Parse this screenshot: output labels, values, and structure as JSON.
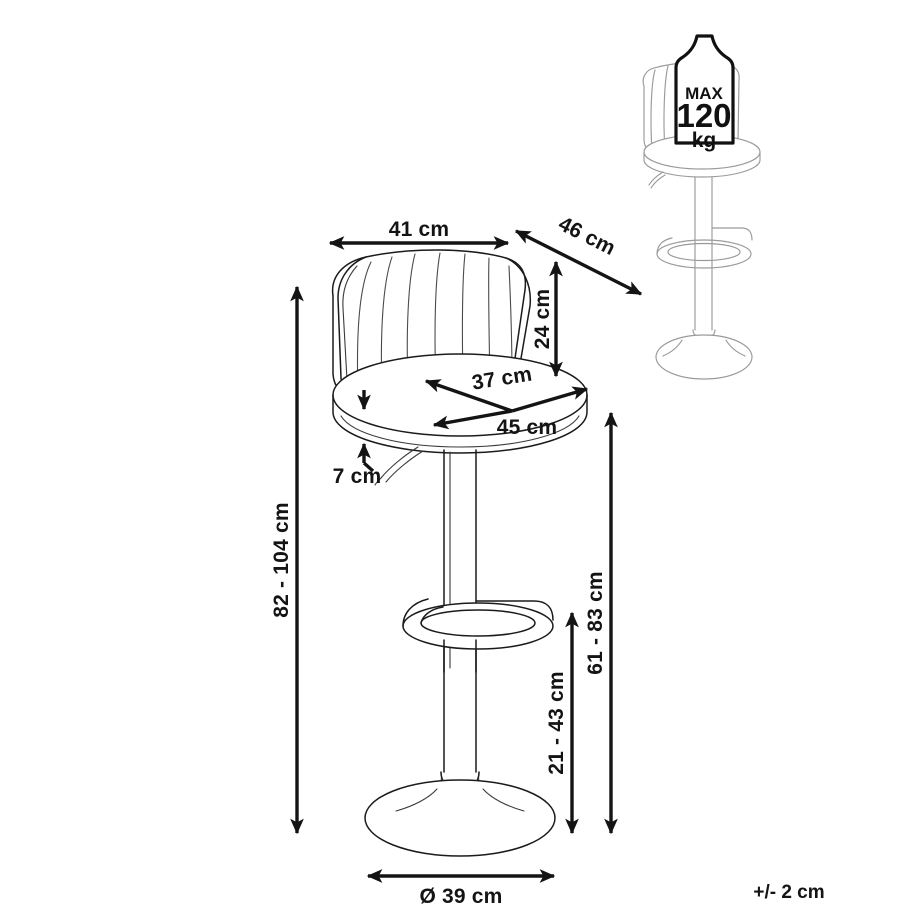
{
  "document": {
    "type": "product-dimension-drawing",
    "subject": "adjustable swivel bar stool",
    "background_color": "#ffffff",
    "line_color": "#1b1b1b",
    "dimension_color": "#141414"
  },
  "dimensions": {
    "seat_back_width": "41 cm",
    "depth_diagonal": "46 cm",
    "backrest_height": "24 cm",
    "seat_depth": "37 cm",
    "seat_width": "45 cm",
    "seat_thickness": "7 cm",
    "total_height_range": "82 - 104 cm",
    "seat_height_range": "61 - 83 cm",
    "footrest_height_range": "21 - 43 cm",
    "base_diameter": "Ø 39 cm"
  },
  "tolerance": {
    "label": "+/- 2 cm"
  },
  "inset": {
    "name": "max-load-inset",
    "weight_icon": {
      "name": "weight-icon",
      "max_label": "MAX",
      "value": "120",
      "unit": "kg"
    }
  },
  "icons": {
    "arrow_double": "double-headed-arrow",
    "weight": "weight-block-icon"
  }
}
